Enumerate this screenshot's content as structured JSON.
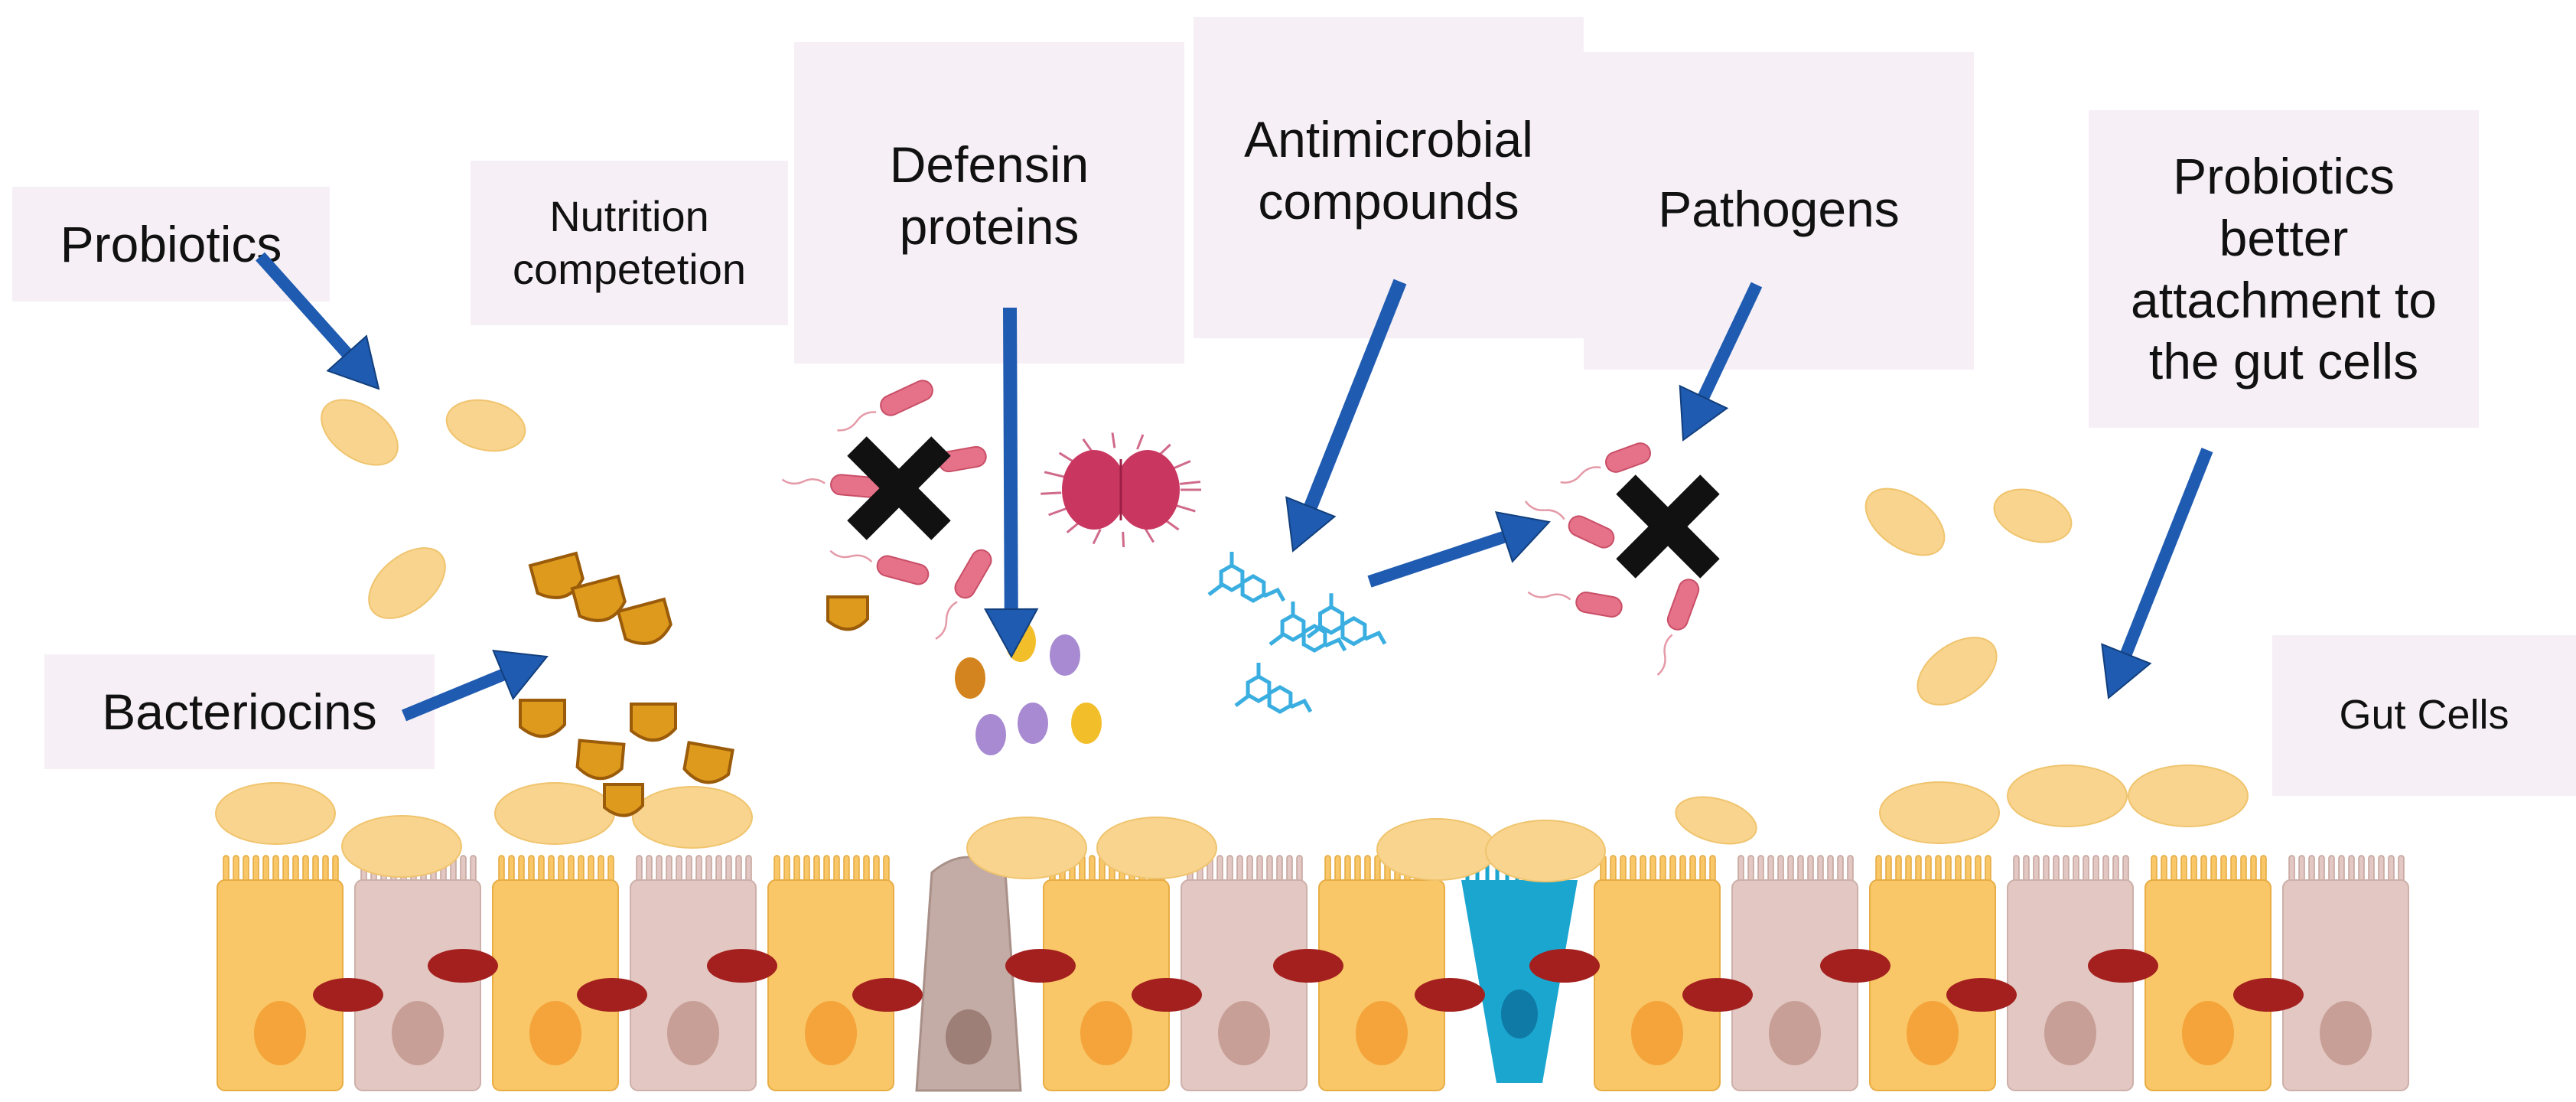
{
  "labels": {
    "probiotics": "Probiotics",
    "nutrition": "Nutrition\ncompetetion",
    "defensin": "Defensin\nproteins",
    "antimicrobial": "Antimicrobial\ncompounds",
    "pathogens": "Pathogens",
    "attachment": "Probiotics\nbetter\nattachment to\nthe gut cells",
    "bacteriocins": "Bacteriocins",
    "gut_cells": "Gut Cells"
  },
  "colors": {
    "label_box": "#f6f0f6",
    "arrow": "#1f5bb0",
    "probiotic": "#f8d48e",
    "cell_yellow": "#f9c768",
    "cell_pink": "#e3c7c2",
    "nucleus_yellow": "#f4a43a",
    "nucleus_pink": "#c79f97",
    "junction": "#a3201e",
    "bacteriocin": "#dd9a1c",
    "pathogen": "#e57289",
    "diplococcus": "#c9365f",
    "compound": "#3aaee0",
    "goblet_cell": "#c3aca5",
    "tuft_cell": "#1aa6cf",
    "x_mark": "#111111"
  },
  "icons": [
    "probiotic-bacterium-icon",
    "bacteriocin-icon",
    "rod-pathogen-icon",
    "diplococcus-icon",
    "defensin-peptide-icon",
    "antimicrobial-molecule-icon",
    "x-mark-icon",
    "gut-epithelial-cell-icon",
    "tight-junction-icon"
  ]
}
